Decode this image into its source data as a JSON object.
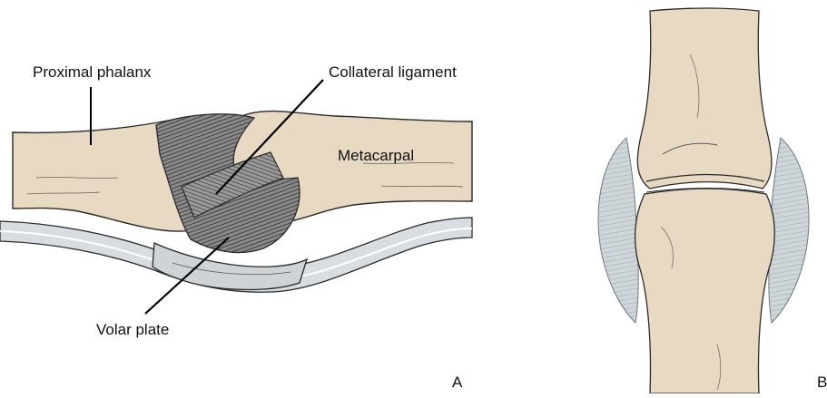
{
  "labels": {
    "proximal_phalanx": "Proximal phalanx",
    "collateral_ligament": "Collateral ligament",
    "metacarpal": "Metacarpal",
    "volar_plate": "Volar plate"
  },
  "panels": {
    "a": "A",
    "b": "B"
  },
  "colors": {
    "bone": "#e8d9c3",
    "bone_outline": "#2a2a2a",
    "ligament_dark": "#5a5a5a",
    "ligament_light": "#c8ccd0",
    "volar_plate": "#d3d9dc",
    "side_ligament": "#cfd6da"
  }
}
